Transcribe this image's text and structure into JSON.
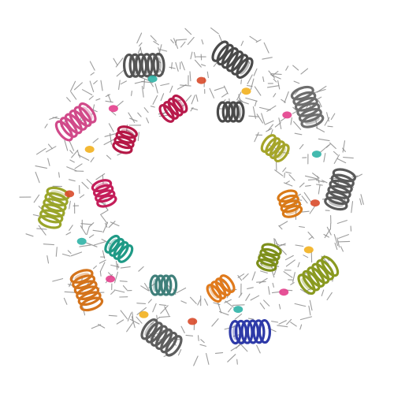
{
  "image": {
    "subject": "protein-ring-structure",
    "background_color": "#ffffff",
    "side_chain_color": "#8c8c8c",
    "helix_pairs": [
      {
        "name": "grey-black",
        "outer": "#4a4a4a",
        "inner": "#4a4a4a"
      },
      {
        "name": "grey-olive",
        "outer": "#6e6e6e",
        "inner": "#a5a52a"
      },
      {
        "name": "dark-grey-orange",
        "outer": "#5a5a5a",
        "inner": "#d97a18"
      },
      {
        "name": "olive-green",
        "outer": "#8a9a20",
        "inner": "#7d8f1a"
      },
      {
        "name": "blue-orange",
        "outer": "#2e3aa8",
        "inner": "#e07a1c"
      },
      {
        "name": "grey-cyan",
        "outer": "#5e5e5e",
        "inner": "#3f7f7a"
      },
      {
        "name": "orange-teal",
        "outer": "#d4741c",
        "inner": "#1f9a86"
      },
      {
        "name": "olive-crimson",
        "outer": "#9aa52a",
        "inner": "#c41e5a"
      },
      {
        "name": "pink-crimson",
        "outer": "#d14a8a",
        "inner": "#b51846"
      },
      {
        "name": "grey-crimson",
        "outer": "#555555",
        "inner": "#b81a4c"
      }
    ],
    "accent_colors": [
      "#f2b01e",
      "#e33f8c",
      "#2fb3a6",
      "#d84a2a"
    ]
  }
}
